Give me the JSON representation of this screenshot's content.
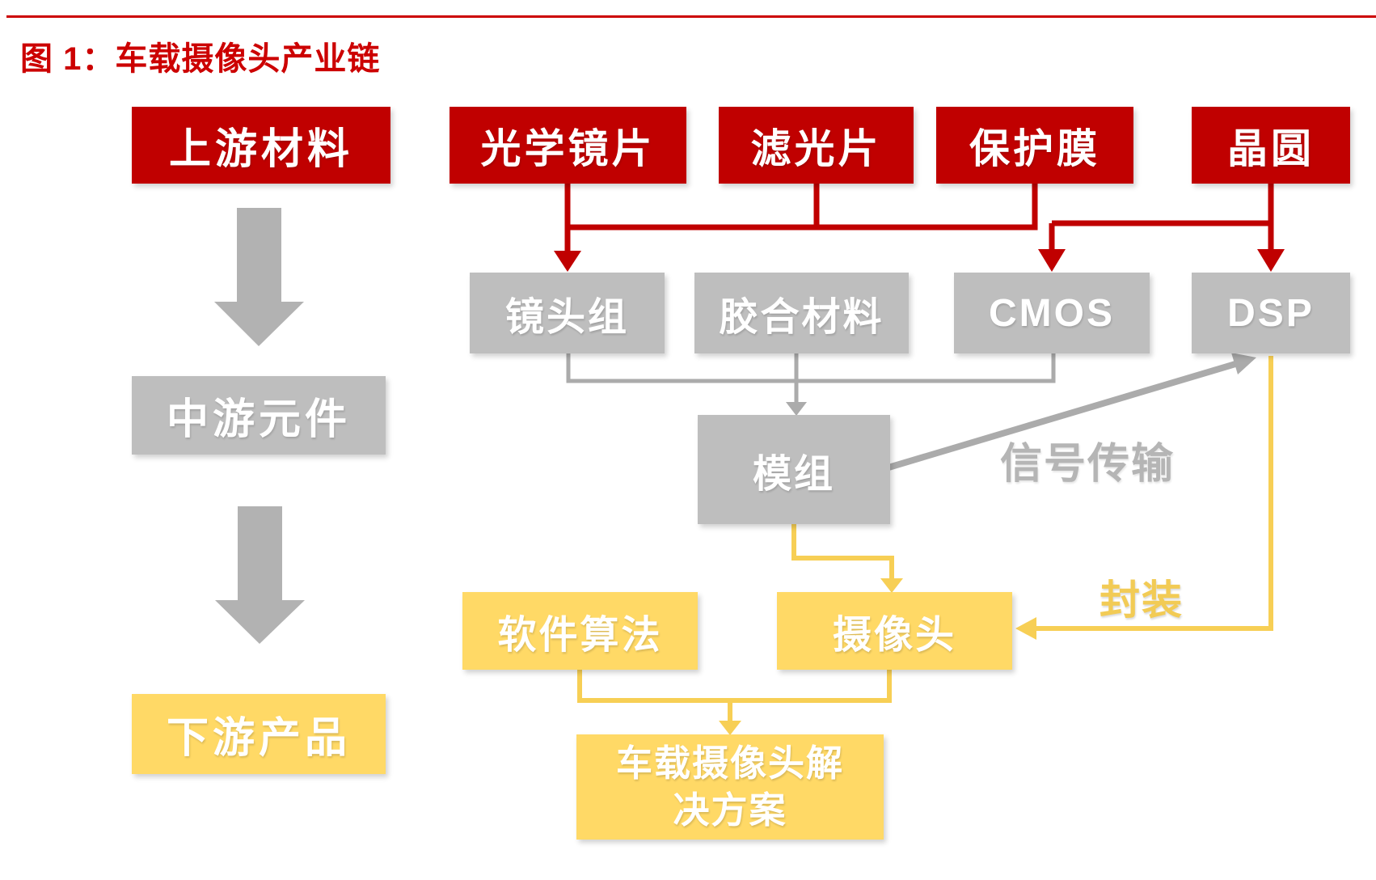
{
  "title": "图 1：车载摄像头产业链",
  "stages": {
    "upstream": "上游材料",
    "midstream": "中游元件",
    "downstream": "下游产品"
  },
  "upstream_materials": [
    "光学镜片",
    "滤光片",
    "保护膜",
    "晶圆"
  ],
  "midstream_components": [
    "镜头组",
    "胶合材料",
    "CMOS",
    "DSP"
  ],
  "module_label": "模组",
  "downstream_components": [
    "软件算法",
    "摄像头"
  ],
  "solution": {
    "line1": "车载摄像头解",
    "line2": "决方案"
  },
  "edge_labels": {
    "signal_transmission": "信号传输",
    "packaging": "封装"
  },
  "colors": {
    "red": "#c00000",
    "title_red": "#cc0000",
    "gray_box": "#bebebe",
    "gray_line": "#ababab",
    "block_arrow_gray": "#b2b2b2",
    "yellow_box": "#ffd966",
    "yellow_line": "#f7cf55",
    "text_white": "#ffffff"
  }
}
